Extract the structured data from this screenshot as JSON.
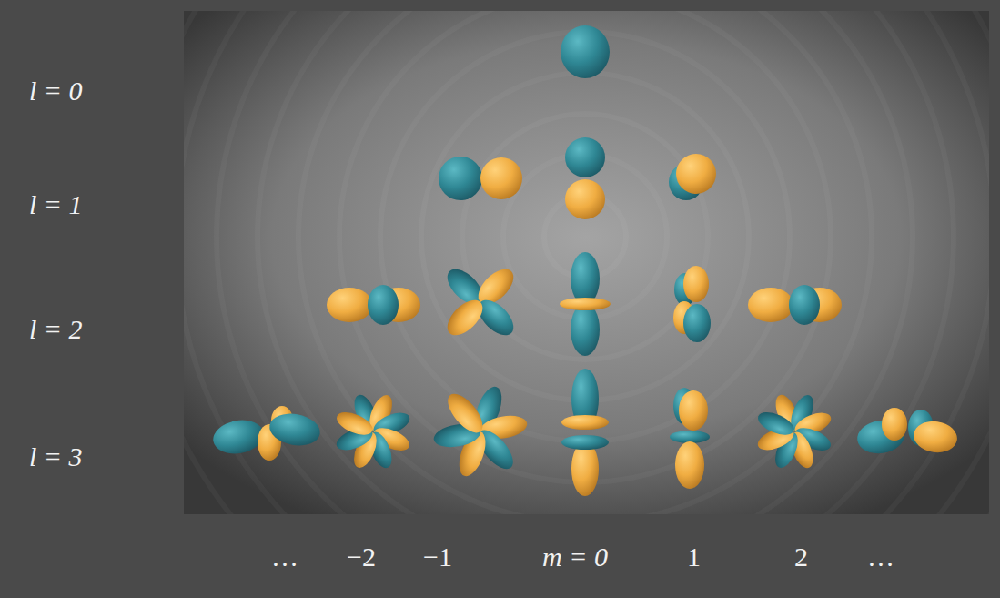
{
  "diagram": {
    "labels": [
      "l = 0",
      "l = 1",
      "l = 2",
      "l = 3",
      "…",
      "−2",
      "−1",
      "m = 0",
      "1",
      "2",
      "…"
    ]
  }
}
